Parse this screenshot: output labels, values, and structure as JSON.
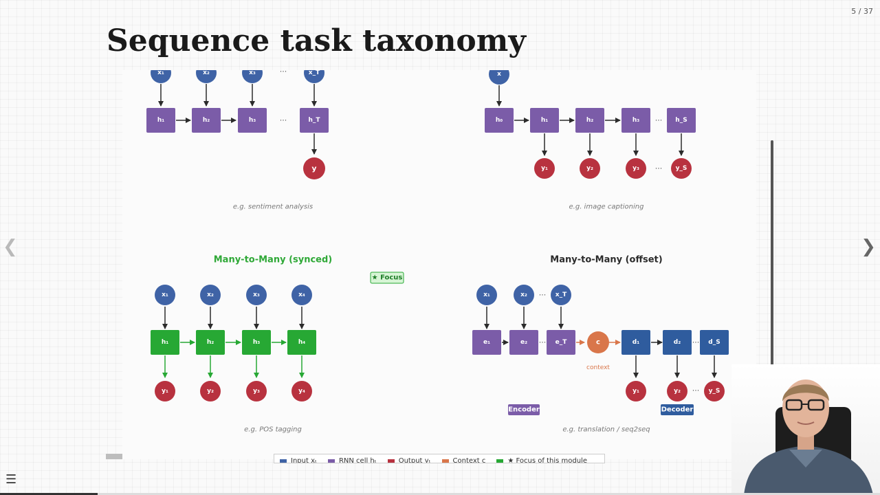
{
  "slide": {
    "title": "Sequence task taxonomy",
    "page_counter": "5 / 37"
  },
  "nav": {
    "prev_icon": "chevron-left-icon",
    "next_icon": "chevron-right-icon",
    "menu_icon": "hamburger-menu-icon"
  },
  "panels": {
    "many_to_one": {
      "inputs": [
        "x₁",
        "x₂",
        "x₃",
        "x_T"
      ],
      "cells": [
        "h₁",
        "h₂",
        "h₃",
        "h_T"
      ],
      "output": "y",
      "ellipsis": "···",
      "caption": "e.g. sentiment analysis"
    },
    "one_to_many": {
      "input": "x",
      "cells": [
        "h₀",
        "h₁",
        "h₂",
        "h₃",
        "h_S"
      ],
      "outputs": [
        "y₁",
        "y₂",
        "y₃",
        "y_S"
      ],
      "ellipsis": "···",
      "caption": "e.g. image captioning"
    },
    "many_to_many_synced": {
      "title": "Many-to-Many  (synced)",
      "inputs": [
        "x₁",
        "x₂",
        "x₃",
        "x₄"
      ],
      "cells": [
        "h₁",
        "h₂",
        "h₃",
        "h₄"
      ],
      "outputs": [
        "y₁",
        "y₂",
        "y₃",
        "y₄"
      ],
      "focus_badge": "★ Focus",
      "caption": "e.g. POS tagging"
    },
    "many_to_many_offset": {
      "title": "Many-to-Many  (offset)",
      "inputs": [
        "x₁",
        "x₂",
        "x_T"
      ],
      "encoder_cells": [
        "e₁",
        "e₂",
        "e_T"
      ],
      "context": "c",
      "context_label": "context",
      "decoder_cells": [
        "d₁",
        "d₂",
        "d_S"
      ],
      "outputs": [
        "y₁",
        "y₂",
        "y_S"
      ],
      "encoder_label": "Encoder",
      "decoder_label": "Decoder",
      "ellipsis": "···",
      "caption": "e.g. translation / seq2seq"
    }
  },
  "legend": [
    {
      "label": "Input  xₜ",
      "color": "#3f63a6"
    },
    {
      "label": "RNN cell  hₜ",
      "color": "#7b5ca8"
    },
    {
      "label": "Output  yₜ",
      "color": "#b8323f"
    },
    {
      "label": "Context  c",
      "color": "#d9764a"
    },
    {
      "label": "★ Focus of this module",
      "color": "#27a834"
    }
  ],
  "colors": {
    "input": "#3f63a6",
    "cell": "#7b5ca8",
    "output": "#b8323f",
    "context": "#d9764a",
    "focus": "#27a834",
    "decoder": "#2f5c9e",
    "focus_title": "#2ea836"
  },
  "progress": {
    "fraction": 0.111
  }
}
